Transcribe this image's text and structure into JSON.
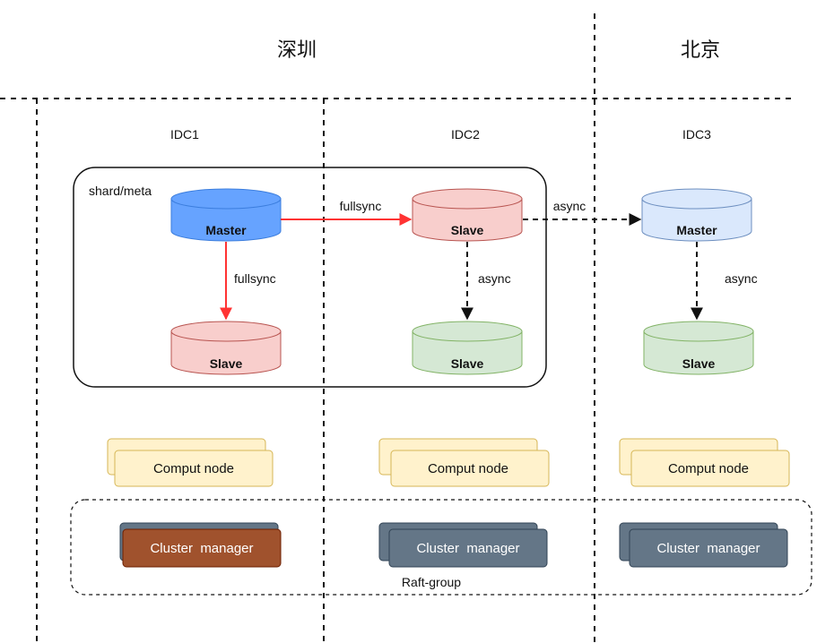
{
  "regions": {
    "shenzhen": "深圳",
    "beijing": "北京"
  },
  "idcs": [
    "IDC1",
    "IDC2",
    "IDC3"
  ],
  "group_label": "shard/meta",
  "databases": {
    "idc1_master": "Master",
    "idc1_slave": "Slave",
    "idc2_slave_top": "Slave",
    "idc2_slave_bottom": "Slave",
    "idc3_master": "Master",
    "idc3_slave": "Slave"
  },
  "edges": {
    "idc1_master_to_idc2_slave": "fullsync",
    "idc1_master_to_idc1_slave": "fullsync",
    "idc2_slave_to_idc3_master": "async",
    "idc2_slave_to_idc2_slave": "async",
    "idc3_master_to_idc3_slave": "async"
  },
  "compute_nodes": [
    "Comput node",
    "Comput node",
    "Comput node"
  ],
  "cluster_managers": [
    "Cluster  manager",
    "Cluster  manager",
    "Cluster  manager"
  ],
  "raft_group_label": "Raft-group",
  "colors": {
    "master_blue": "#66a3ff",
    "master_light_blue": "#dae8fc",
    "slave_red": "#f8cecc",
    "slave_green": "#d5e8d4",
    "compute_yellow": "#fff2cc",
    "cluster_leader": "#a0522d",
    "cluster_follower": "#647687",
    "fullsync_arrow": "#ff3333"
  }
}
